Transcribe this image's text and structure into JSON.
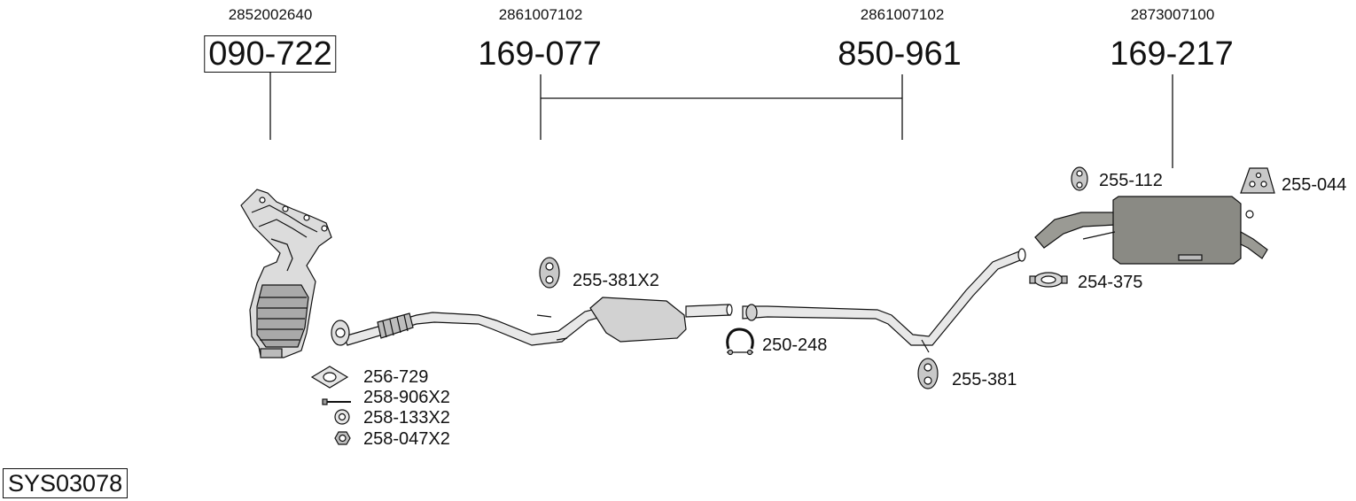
{
  "oe_numbers": [
    {
      "id": "cat",
      "value": "2852002640"
    },
    {
      "id": "mid1",
      "value": "2861007102"
    },
    {
      "id": "mid2",
      "value": "2861007102"
    },
    {
      "id": "rear",
      "value": "2873007100"
    }
  ],
  "parts": [
    {
      "id": "cat",
      "value": "090-722",
      "boxed": true
    },
    {
      "id": "mid1",
      "value": "169-077"
    },
    {
      "id": "mid2",
      "value": "850-961"
    },
    {
      "id": "rear",
      "value": "169-217"
    }
  ],
  "accessories": {
    "a255_112": "255-112",
    "a255_044": "255-044",
    "a255_381x2": "255-381X2",
    "a254_375": "254-375",
    "a250_248": "250-248",
    "a255_381": "255-381",
    "a256_729": "256-729",
    "a258_906": "258-906X2",
    "a258_133": "258-133X2",
    "a258_047": "258-047X2"
  },
  "system_code": "SYS03078",
  "colors": {
    "line": "#111111",
    "pipe_fill": "#e8e8e8",
    "muffler_fill": "#8a8a84"
  }
}
